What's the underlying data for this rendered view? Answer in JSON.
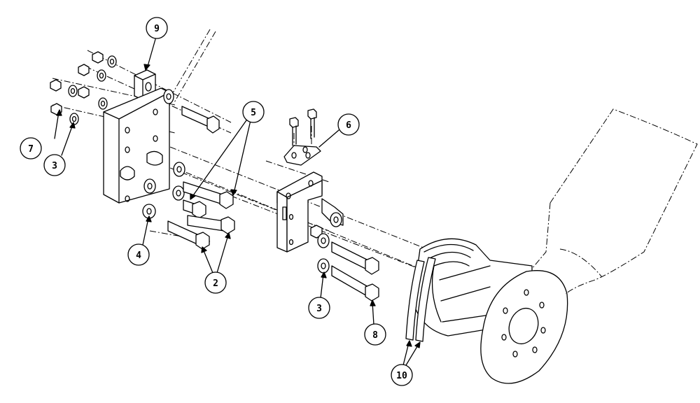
{
  "callouts": [
    {
      "id": "c9",
      "label": "9"
    },
    {
      "id": "c5",
      "label": "5"
    },
    {
      "id": "c6",
      "label": "6"
    },
    {
      "id": "c7",
      "label": "7"
    },
    {
      "id": "c3a",
      "label": "3"
    },
    {
      "id": "c4",
      "label": "4"
    },
    {
      "id": "c2",
      "label": "2"
    },
    {
      "id": "c3b",
      "label": "3"
    },
    {
      "id": "c8",
      "label": "8"
    },
    {
      "id": "c10",
      "label": "10"
    }
  ]
}
